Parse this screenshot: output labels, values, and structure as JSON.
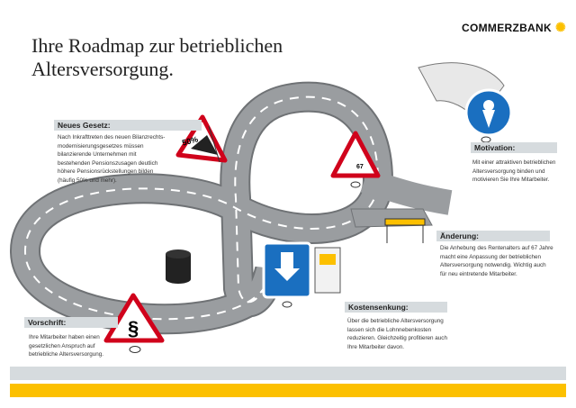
{
  "title": {
    "line1": "Ihre Roadmap zur betrieblichen",
    "line2": "Altersversorgung."
  },
  "logo": {
    "text": "COMMERZBANK"
  },
  "sections": {
    "neues_gesetz": {
      "heading": "Neues Gesetz:",
      "lines": [
        "Nach Inkrafttreten des neuen Bilanzrechts-",
        "modernisierungsgesetzes müssen",
        "bilanzierende Unternehmen mit",
        "bestehenden Pensionszusagen deutlich",
        "höhere Pensionsrückstellungen bilden",
        "(häufig 50% und mehr)."
      ]
    },
    "motivation": {
      "heading": "Motivation:",
      "lines": [
        "Mit einer attraktiven betrieblichen",
        "Altersversorgung binden und",
        "motivieren Sie Ihre Mitarbeiter."
      ]
    },
    "aenderung": {
      "heading": "Änderung:",
      "lines": [
        "Die Anhebung des Rentenalters auf 67 Jahre",
        "macht eine Anpassung der betrieblichen",
        "Altersversorgung notwendig. Wichtig auch",
        "für neu eintretende Mitarbeiter."
      ]
    },
    "kostensenkung": {
      "heading": "Kostensenkung:",
      "lines": [
        "Über die betriebliche Altersversorgung",
        "lassen sich die Lohnnebenkosten",
        "reduzieren. Gleichzeitig profitieren auch",
        "Ihre Mitarbeiter davon."
      ]
    },
    "vorschrift": {
      "heading": "Vorschrift:",
      "lines": [
        "Ihre Mitarbeiter haben einen",
        "gesetzlichen Anspruch auf",
        "betriebliche Altersversorgung."
      ]
    }
  },
  "signs": {
    "percent": "50%",
    "age": "67",
    "paragraph": "§"
  },
  "colors": {
    "brand_yellow": "#fcc000",
    "gray_bar": "#d6dbde",
    "sign_red": "#d0021b",
    "sign_blue": "#1a6fc0",
    "road": "#8a8d90"
  }
}
